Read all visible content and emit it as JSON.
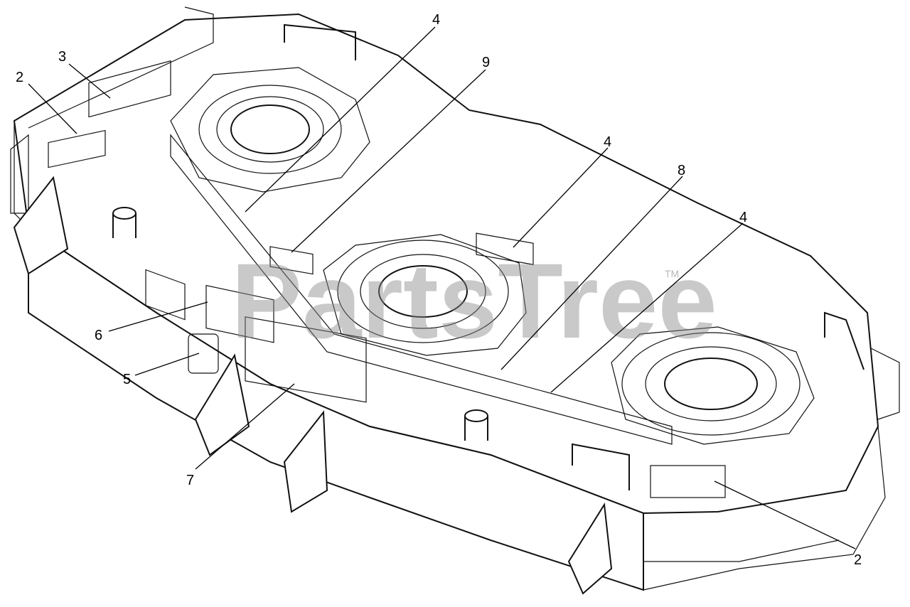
{
  "watermark": {
    "text": "PartsTree",
    "tm": "TM"
  },
  "callouts": [
    {
      "id": "c2a",
      "label": "2"
    },
    {
      "id": "c3",
      "label": "3"
    },
    {
      "id": "c4a",
      "label": "4"
    },
    {
      "id": "c9",
      "label": "9"
    },
    {
      "id": "c4b",
      "label": "4"
    },
    {
      "id": "c8",
      "label": "8"
    },
    {
      "id": "c4c",
      "label": "4"
    },
    {
      "id": "c6",
      "label": "6"
    },
    {
      "id": "c5",
      "label": "5"
    },
    {
      "id": "c7",
      "label": "7"
    },
    {
      "id": "c2b",
      "label": "2"
    }
  ]
}
